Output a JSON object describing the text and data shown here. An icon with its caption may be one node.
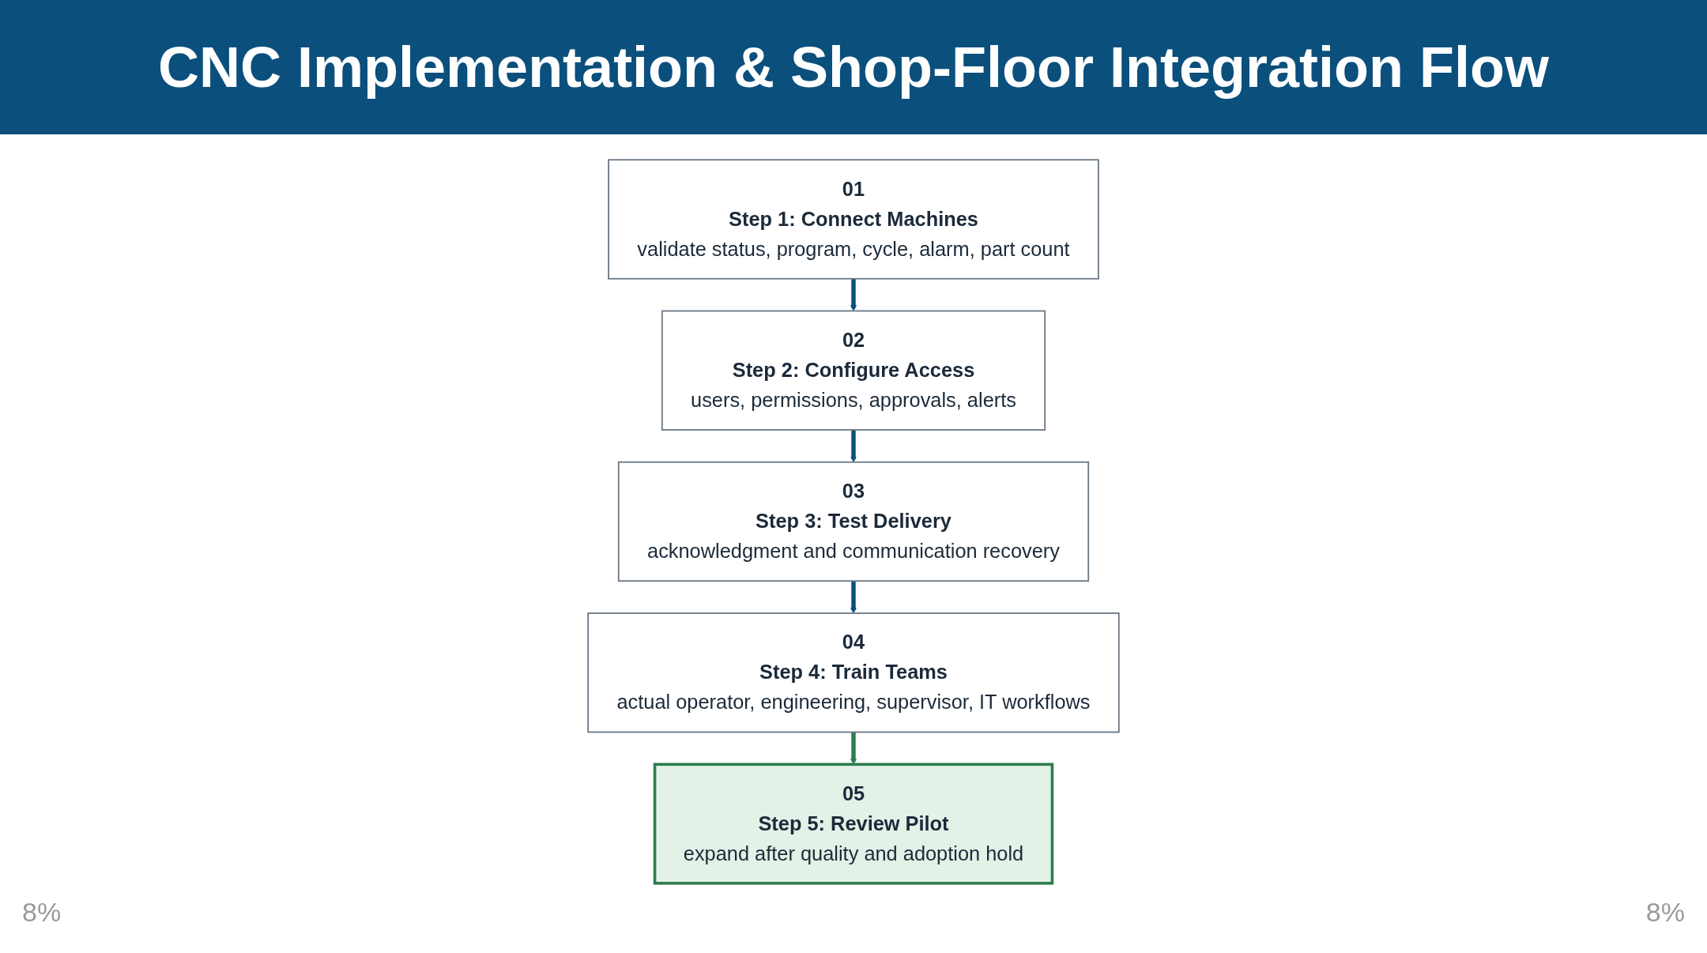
{
  "diagram": {
    "title": "CNC Implementation & Shop-Floor Integration Flow",
    "nodes": [
      {
        "text": [
          "01",
          "Step 1: Connect Machines",
          "validate status, program, cycle, alarm, part count"
        ]
      },
      {
        "text": [
          "02",
          "Step 2: Configure Access",
          "users, permissions, approvals, alerts"
        ]
      },
      {
        "text": [
          "03",
          "Step 3: Test Delivery",
          "acknowledgment and communication recovery"
        ]
      },
      {
        "text": [
          "04",
          "Step 4: Train Teams",
          "actual operator, engineering, supervisor, IT workflows"
        ]
      },
      {
        "text": [
          "05",
          "Step 5: Review Pilot",
          "expand after quality and adoption hold"
        ]
      }
    ],
    "edges": [
      {
        "from": 0,
        "to": 1,
        "arrow": "to"
      },
      {
        "from": 1,
        "to": 2,
        "arrow": "to"
      },
      {
        "from": 2,
        "to": 3,
        "arrow": "to"
      },
      {
        "from": 3,
        "to": 4,
        "arrow": "to",
        "color": "#2e7d4f"
      }
    ],
    "labels": [
      "8%",
      "8%"
    ]
  }
}
